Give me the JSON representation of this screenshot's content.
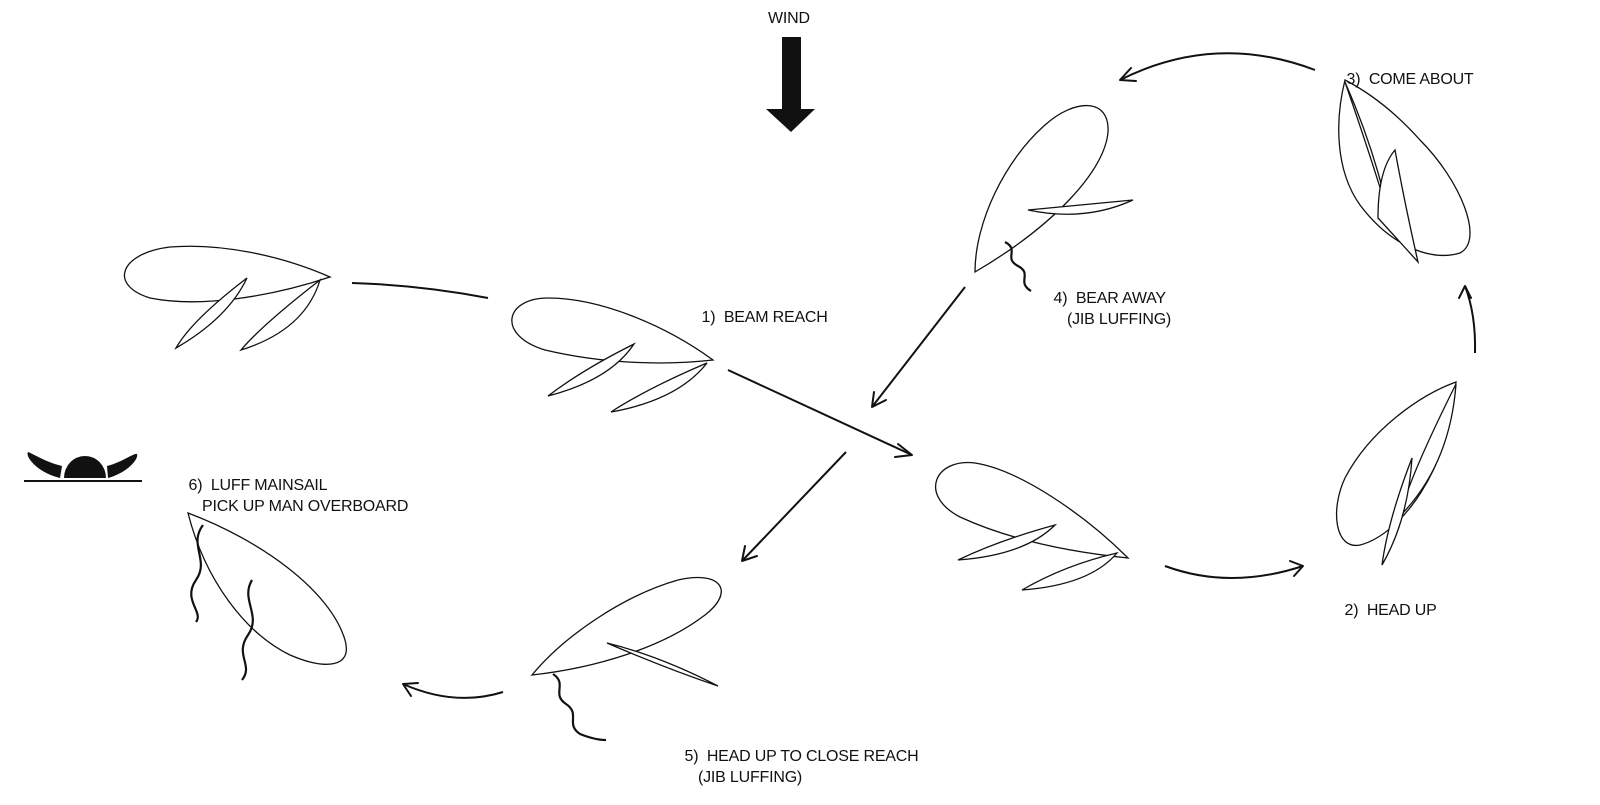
{
  "wind": {
    "label": "WIND"
  },
  "steps": [
    {
      "id": "beam-reach",
      "number": "1)",
      "lines": [
        "BEAM REACH"
      ]
    },
    {
      "id": "head-up",
      "number": "2)",
      "lines": [
        "HEAD UP"
      ]
    },
    {
      "id": "come-about",
      "number": "3)",
      "lines": [
        "COME ABOUT"
      ]
    },
    {
      "id": "bear-away",
      "number": "4)",
      "lines": [
        "BEAR AWAY",
        "(JIB LUFFING)"
      ]
    },
    {
      "id": "close-reach",
      "number": "5)",
      "lines": [
        "HEAD UP TO CLOSE REACH",
        "(JIB LUFFING)"
      ]
    },
    {
      "id": "luff-mainsail",
      "number": "6)",
      "lines": [
        "LUFF MAINSAIL",
        "PICK UP MAN OVERBOARD"
      ]
    }
  ],
  "icons": [
    "wind-arrow-icon",
    "man-overboard-icon",
    "sailboat-icon",
    "course-arrow-icon"
  ],
  "colors": {
    "ink": "#111111",
    "paper": "#ffffff"
  }
}
